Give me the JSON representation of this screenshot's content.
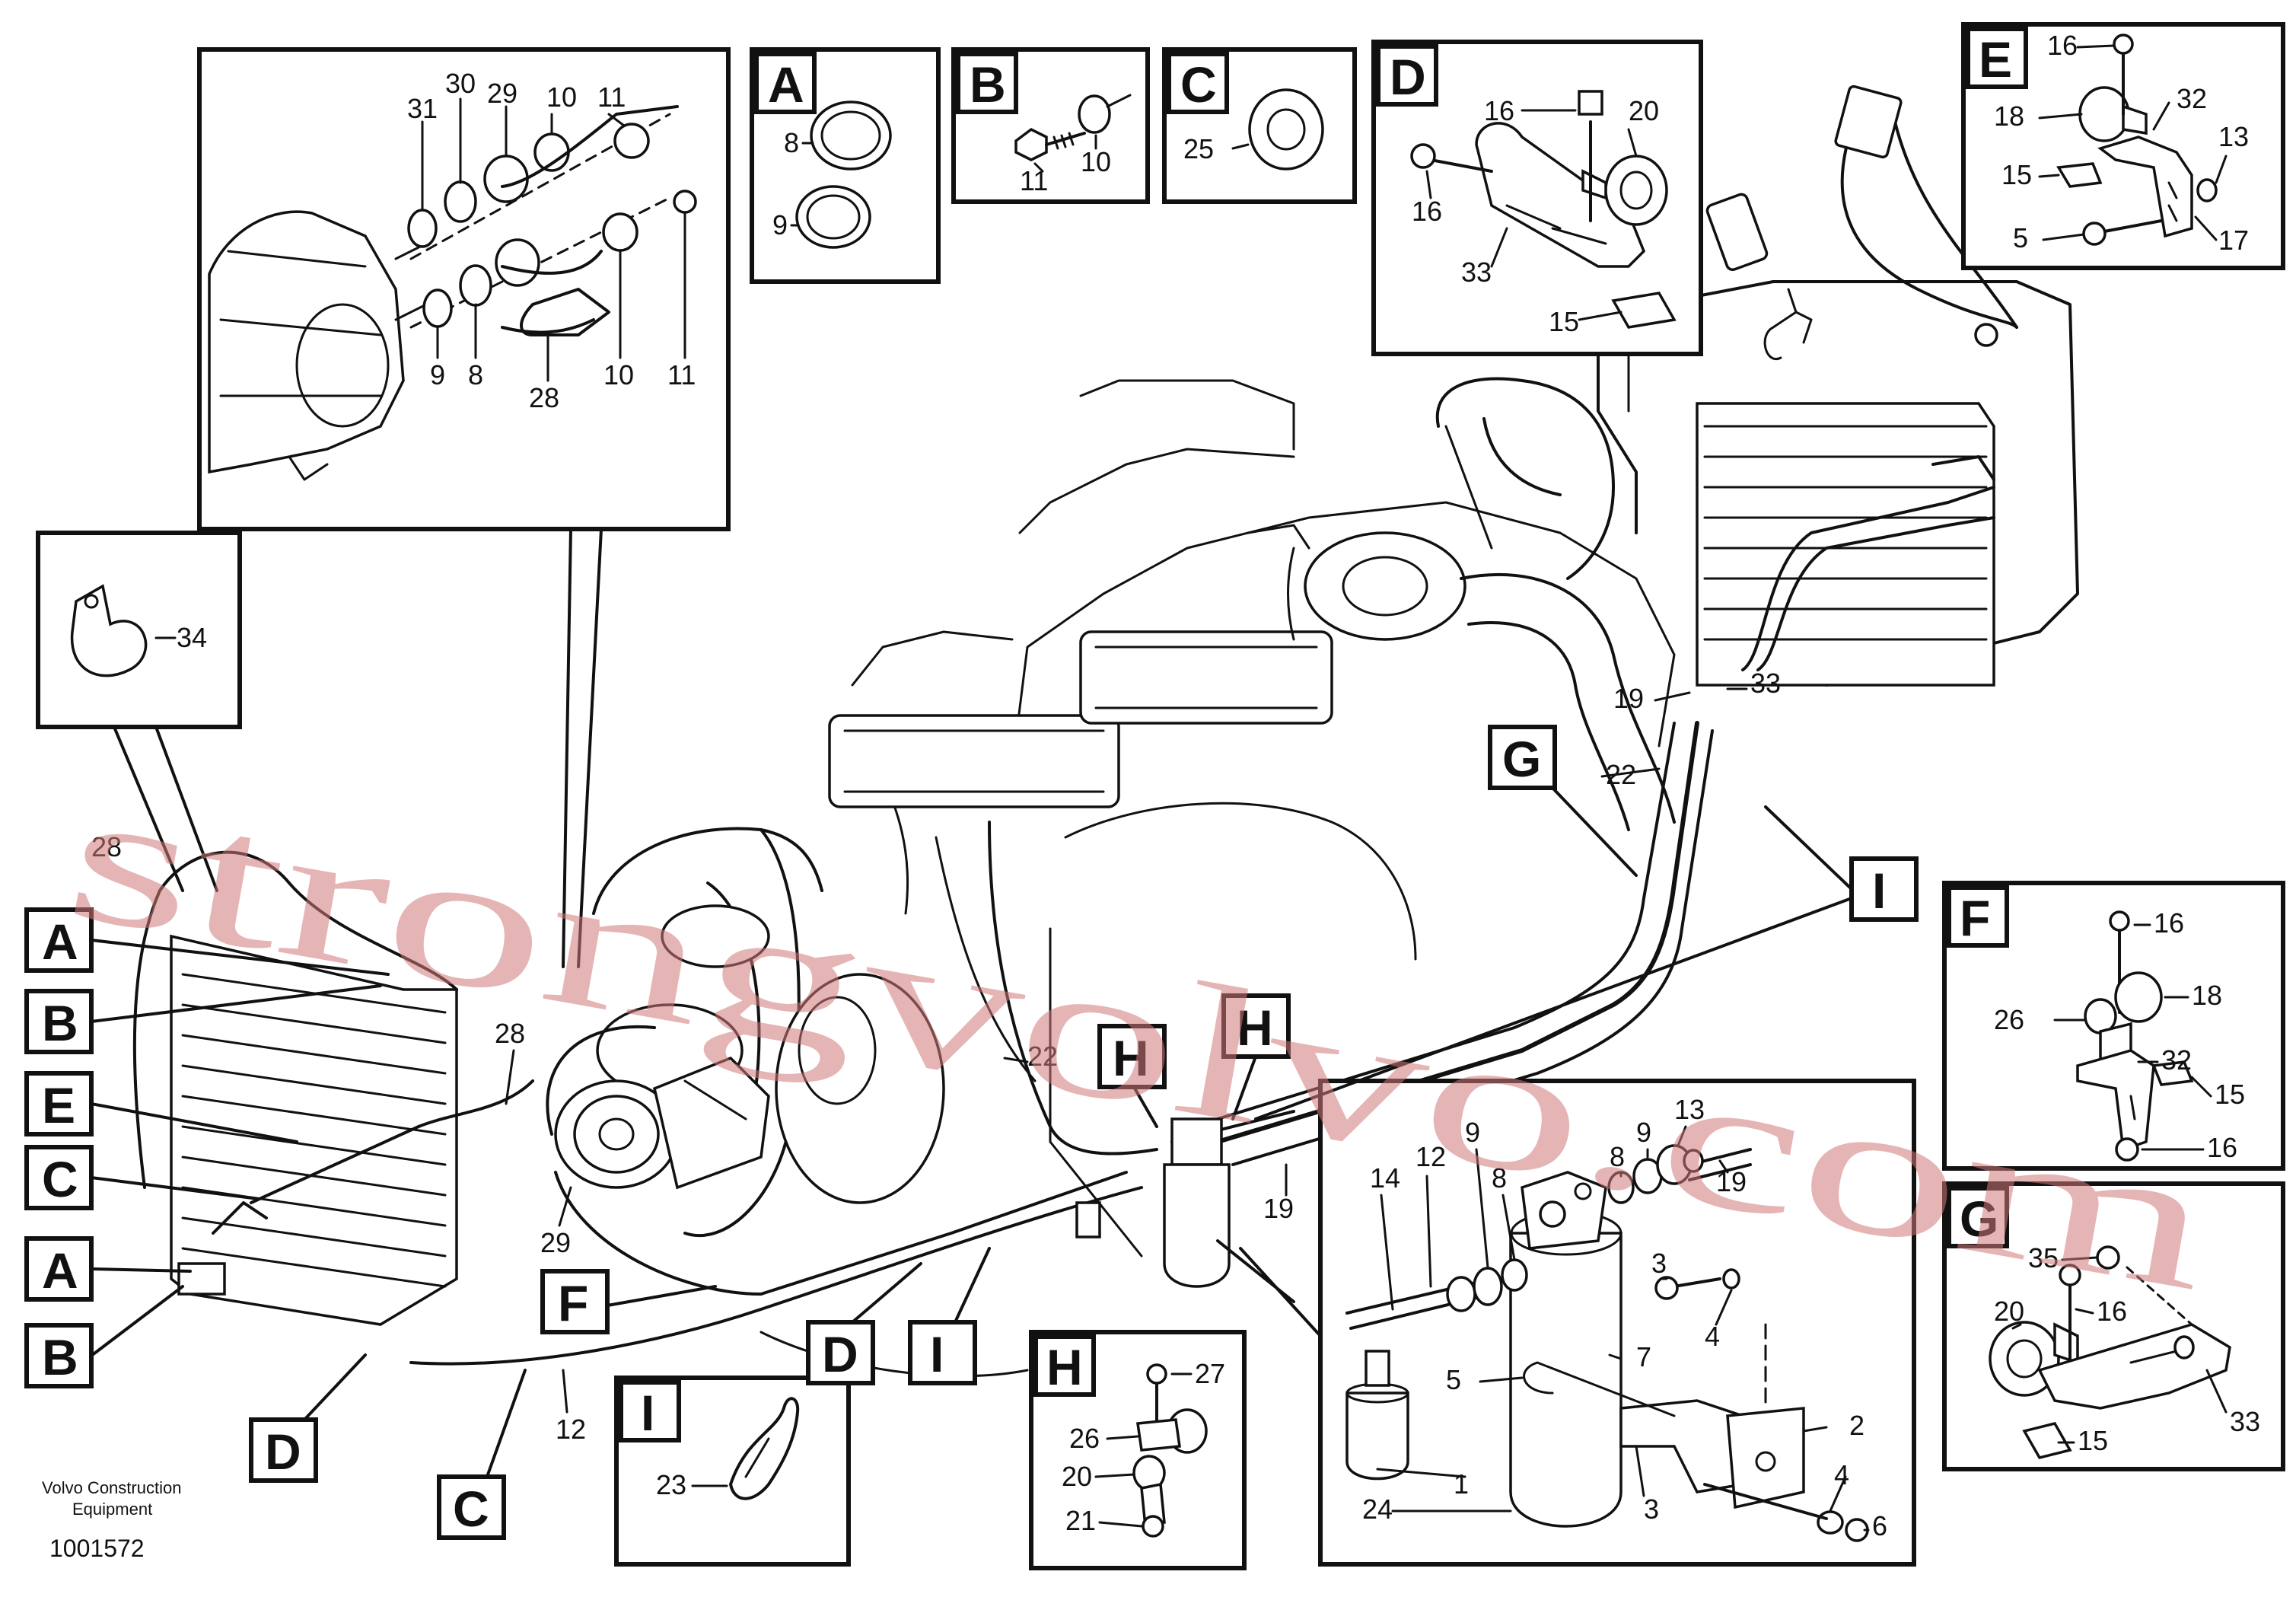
{
  "watermark": "strongvolvo.com",
  "footer": {
    "brand_line1": "Volvo Construction",
    "brand_line2": "Equipment",
    "drawing_number": "1001572"
  },
  "detail_panels": {
    "A": {
      "letter": "A",
      "parts": [
        "8",
        "9"
      ]
    },
    "B": {
      "letter": "B",
      "parts": [
        "11",
        "10"
      ]
    },
    "C": {
      "letter": "C",
      "parts": [
        "25"
      ]
    },
    "D": {
      "letter": "D",
      "parts": [
        "16",
        "20",
        "16",
        "33",
        "15"
      ]
    },
    "E": {
      "letter": "E",
      "parts": [
        "16",
        "32",
        "18",
        "13",
        "15",
        "5",
        "17"
      ]
    },
    "F": {
      "letter": "F",
      "parts": [
        "16",
        "18",
        "26",
        "32",
        "15",
        "16"
      ]
    },
    "G": {
      "letter": "G",
      "parts": [
        "35",
        "20",
        "16",
        "33",
        "15"
      ]
    },
    "H": {
      "letter": "H",
      "parts": [
        "27",
        "26",
        "20",
        "21"
      ]
    },
    "I": {
      "letter": "I",
      "parts": [
        "23"
      ]
    },
    "compressor_inset": {
      "parts": [
        "31",
        "30",
        "29",
        "10",
        "11",
        "9",
        "8",
        "28",
        "10",
        "11"
      ]
    },
    "clip_inset": {
      "parts": [
        "34"
      ]
    },
    "receiver_inset": {
      "parts": [
        "14",
        "12",
        "9",
        "8",
        "8",
        "9",
        "13",
        "19",
        "3",
        "4",
        "7",
        "5",
        "2",
        "24",
        "1",
        "3",
        "4",
        "6"
      ]
    }
  },
  "callout_tags": {
    "left": [
      "A",
      "B",
      "E",
      "C",
      "A",
      "B"
    ],
    "bottom": [
      "D",
      "C",
      "F",
      "D",
      "I"
    ],
    "main": [
      "H",
      "H",
      "G",
      "I"
    ]
  },
  "main_part_numbers": {
    "n28a": "28",
    "n28b": "28",
    "n29": "29",
    "n22a": "22",
    "n22b": "22",
    "n19a": "19",
    "n19b": "19",
    "n33": "33",
    "n12": "12"
  }
}
